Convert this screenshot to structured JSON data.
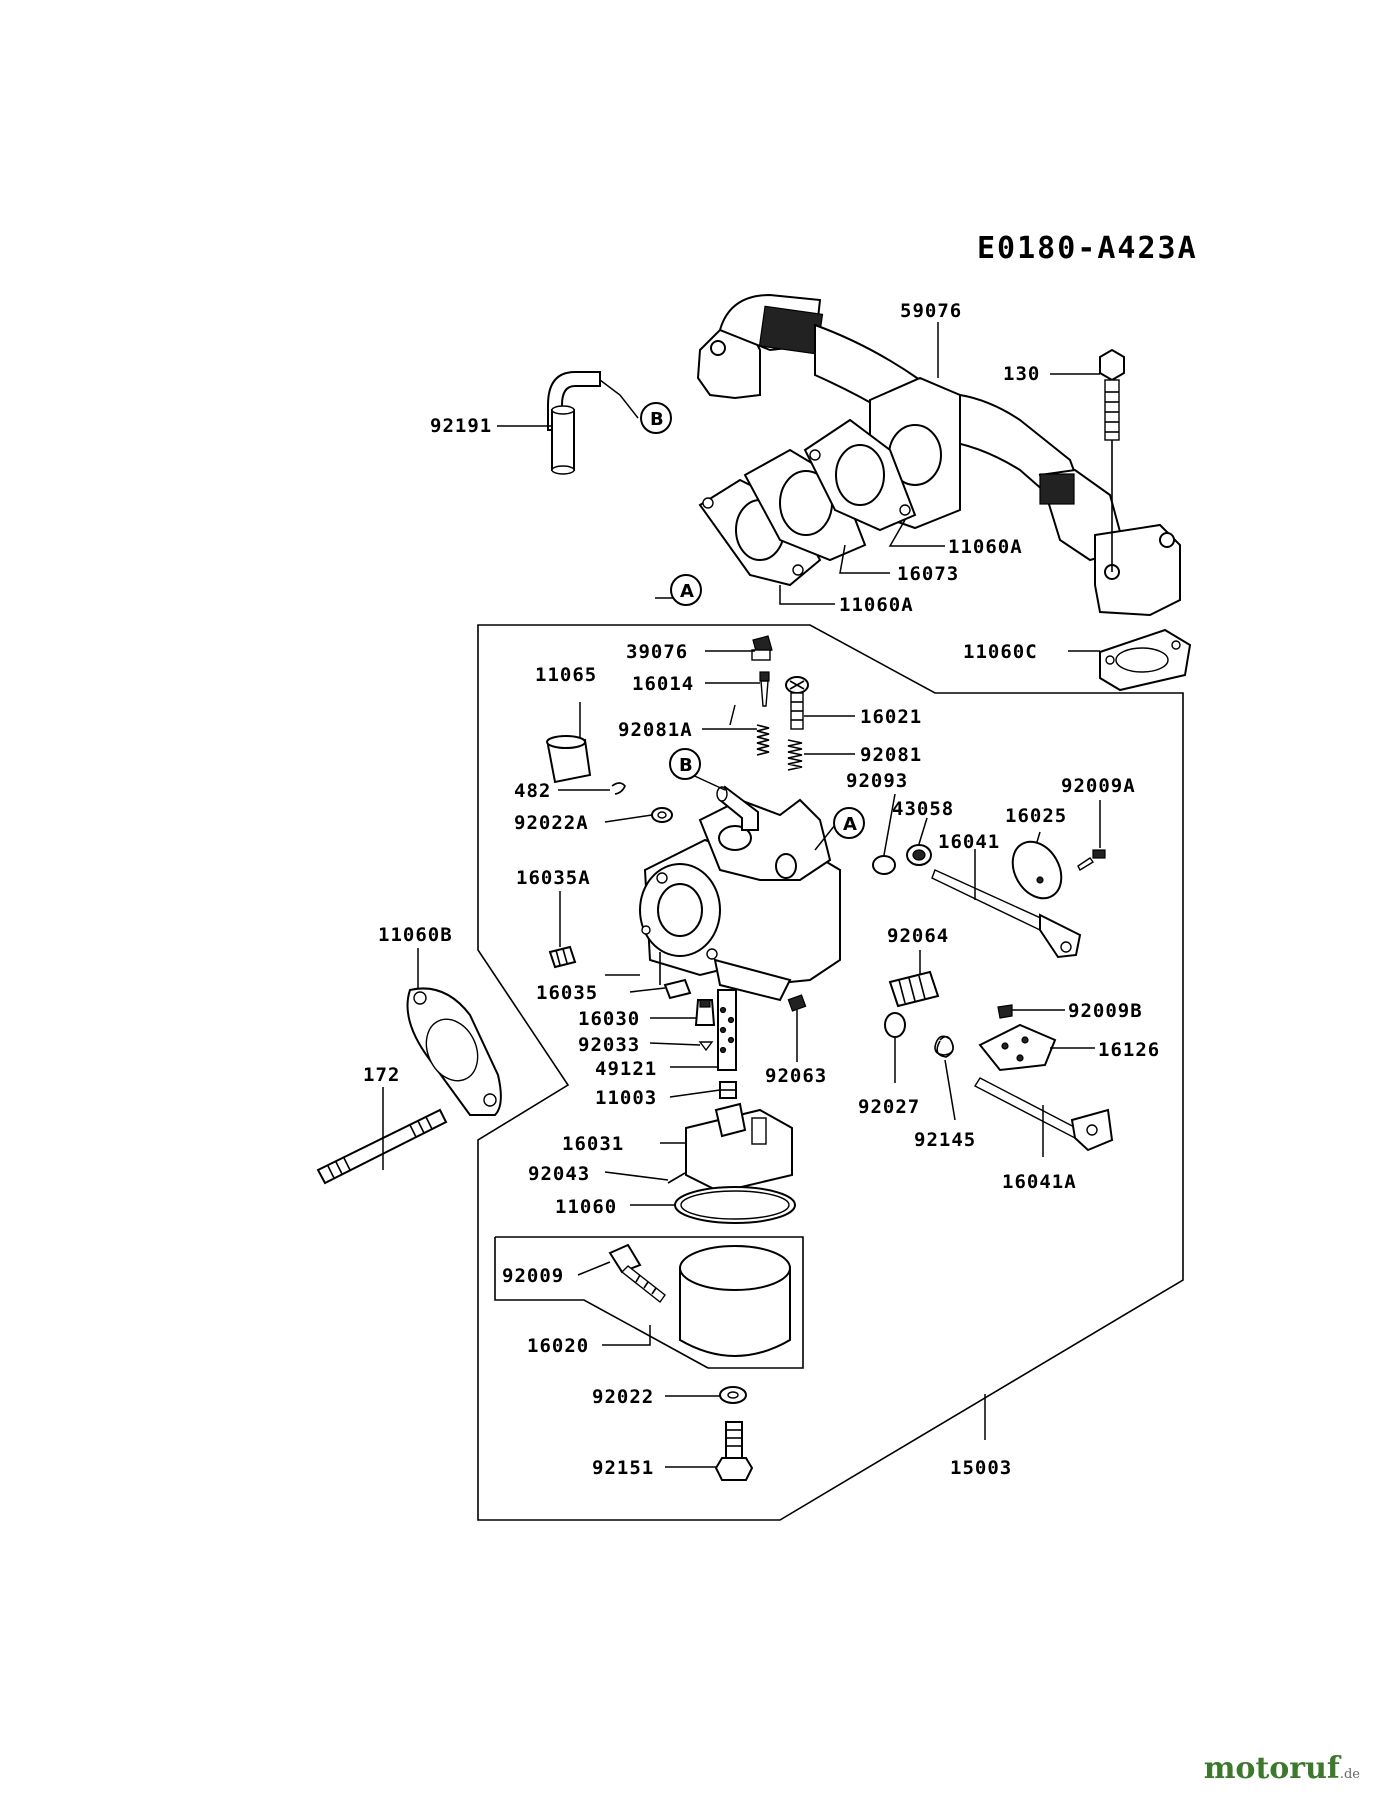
{
  "drawing_code": "E0180-A423A",
  "parts": {
    "p59076": "59076",
    "p130": "130",
    "p92191": "92191",
    "p11060A_1": "11060A",
    "p16073": "16073",
    "p11060A_2": "11060A",
    "p11060C": "11060C",
    "p39076": "39076",
    "p11065": "11065",
    "p16014": "16014",
    "p16021": "16021",
    "p92081A": "92081A",
    "p92081": "92081",
    "p92093": "92093",
    "p482": "482",
    "p92009A": "92009A",
    "p43058": "43058",
    "p16025": "16025",
    "p92022A": "92022A",
    "p16041": "16041",
    "p16035A": "16035A",
    "p11060B": "11060B",
    "p92064": "92064",
    "p16035": "16035",
    "p16030": "16030",
    "p92009B": "92009B",
    "p92033": "92033",
    "p16126": "16126",
    "p49121": "49121",
    "p92063": "92063",
    "p172": "172",
    "p11003": "11003",
    "p92027": "92027",
    "p92145": "92145",
    "p16031": "16031",
    "p16041A": "16041A",
    "p92043": "92043",
    "p11060": "11060",
    "p92009": "92009",
    "p16020": "16020",
    "p92022": "92022",
    "p92151": "92151",
    "p15003": "15003"
  },
  "callouts": {
    "a_gasket": "A",
    "a_carb": "A",
    "b_hose": "B",
    "b_carb": "B"
  },
  "watermark": {
    "name": "motoruf",
    "suffix": ".de"
  }
}
